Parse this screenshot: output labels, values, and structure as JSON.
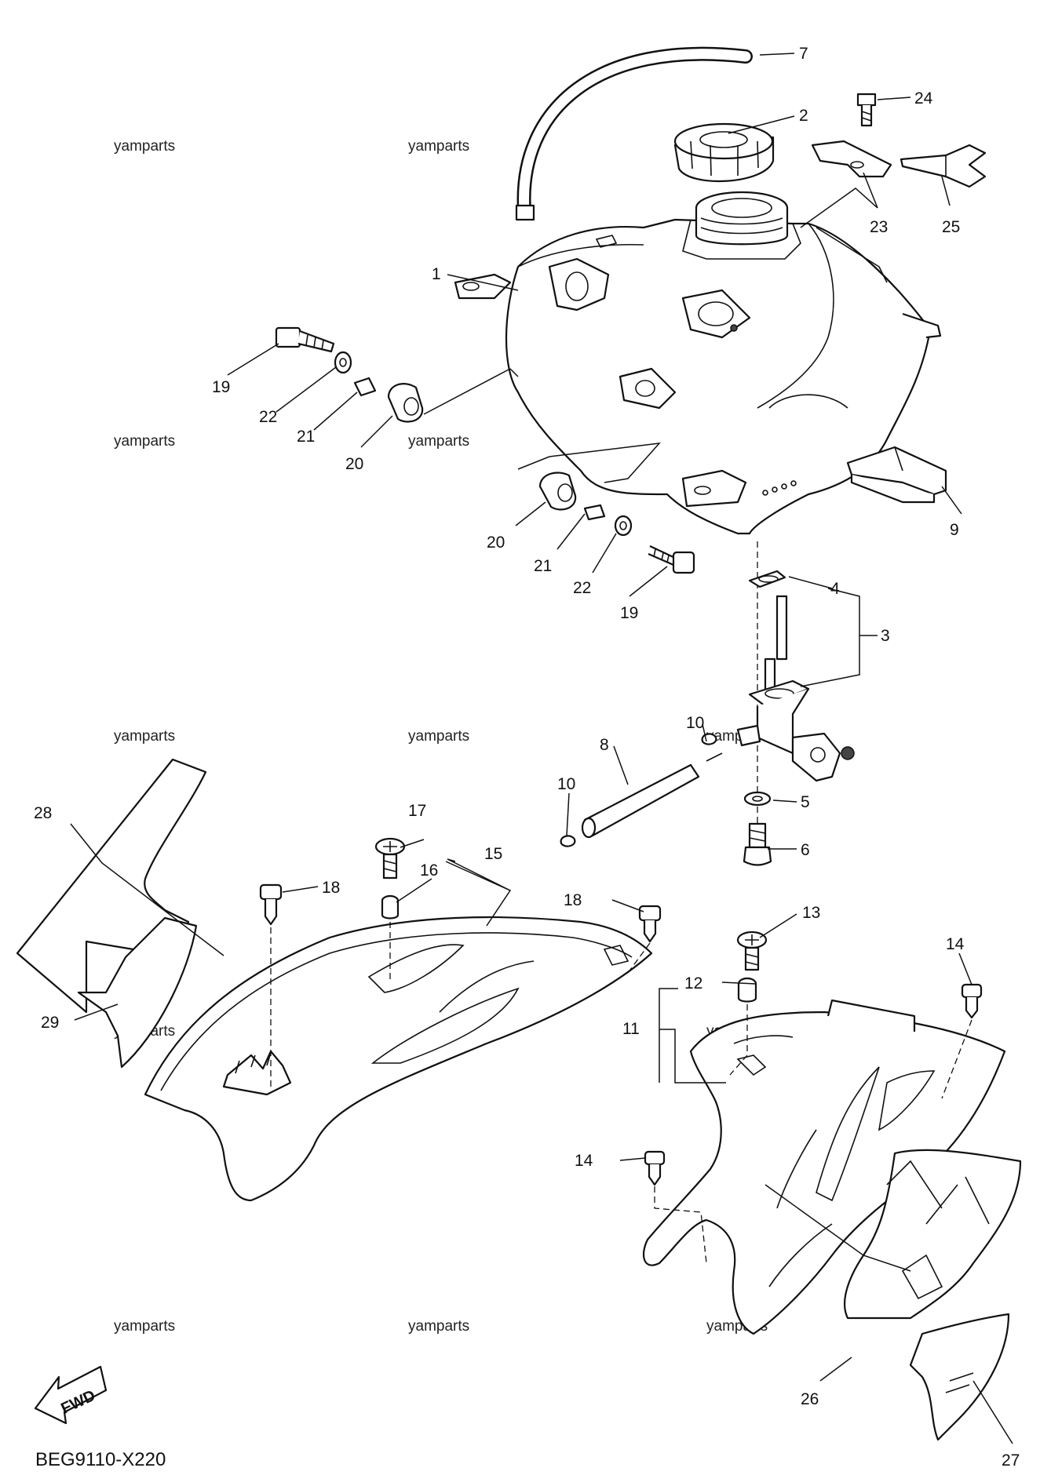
{
  "diagram": {
    "code": "BEG9110-X220",
    "fwd_label": "FWD",
    "watermark": "yamparts",
    "callouts": [
      {
        "id": "1",
        "text": "1"
      },
      {
        "id": "2",
        "text": "2"
      },
      {
        "id": "3",
        "text": "3"
      },
      {
        "id": "4",
        "text": "4"
      },
      {
        "id": "5",
        "text": "5"
      },
      {
        "id": "6",
        "text": "6"
      },
      {
        "id": "7",
        "text": "7"
      },
      {
        "id": "8",
        "text": "8"
      },
      {
        "id": "9",
        "text": "9"
      },
      {
        "id": "10a",
        "text": "10"
      },
      {
        "id": "10b",
        "text": "10"
      },
      {
        "id": "11",
        "text": "11"
      },
      {
        "id": "12",
        "text": "12"
      },
      {
        "id": "13",
        "text": "13"
      },
      {
        "id": "14a",
        "text": "14"
      },
      {
        "id": "14b",
        "text": "14"
      },
      {
        "id": "15",
        "text": "15"
      },
      {
        "id": "16",
        "text": "16"
      },
      {
        "id": "17",
        "text": "17"
      },
      {
        "id": "18a",
        "text": "18"
      },
      {
        "id": "18b",
        "text": "18"
      },
      {
        "id": "19a",
        "text": "19"
      },
      {
        "id": "19b",
        "text": "19"
      },
      {
        "id": "20a",
        "text": "20"
      },
      {
        "id": "20b",
        "text": "20"
      },
      {
        "id": "21a",
        "text": "21"
      },
      {
        "id": "21b",
        "text": "21"
      },
      {
        "id": "22a",
        "text": "22"
      },
      {
        "id": "22b",
        "text": "22"
      },
      {
        "id": "23",
        "text": "23"
      },
      {
        "id": "24",
        "text": "24"
      },
      {
        "id": "25",
        "text": "25"
      },
      {
        "id": "26",
        "text": "26"
      },
      {
        "id": "27",
        "text": "27"
      },
      {
        "id": "28",
        "text": "28"
      },
      {
        "id": "29",
        "text": "29"
      }
    ]
  }
}
